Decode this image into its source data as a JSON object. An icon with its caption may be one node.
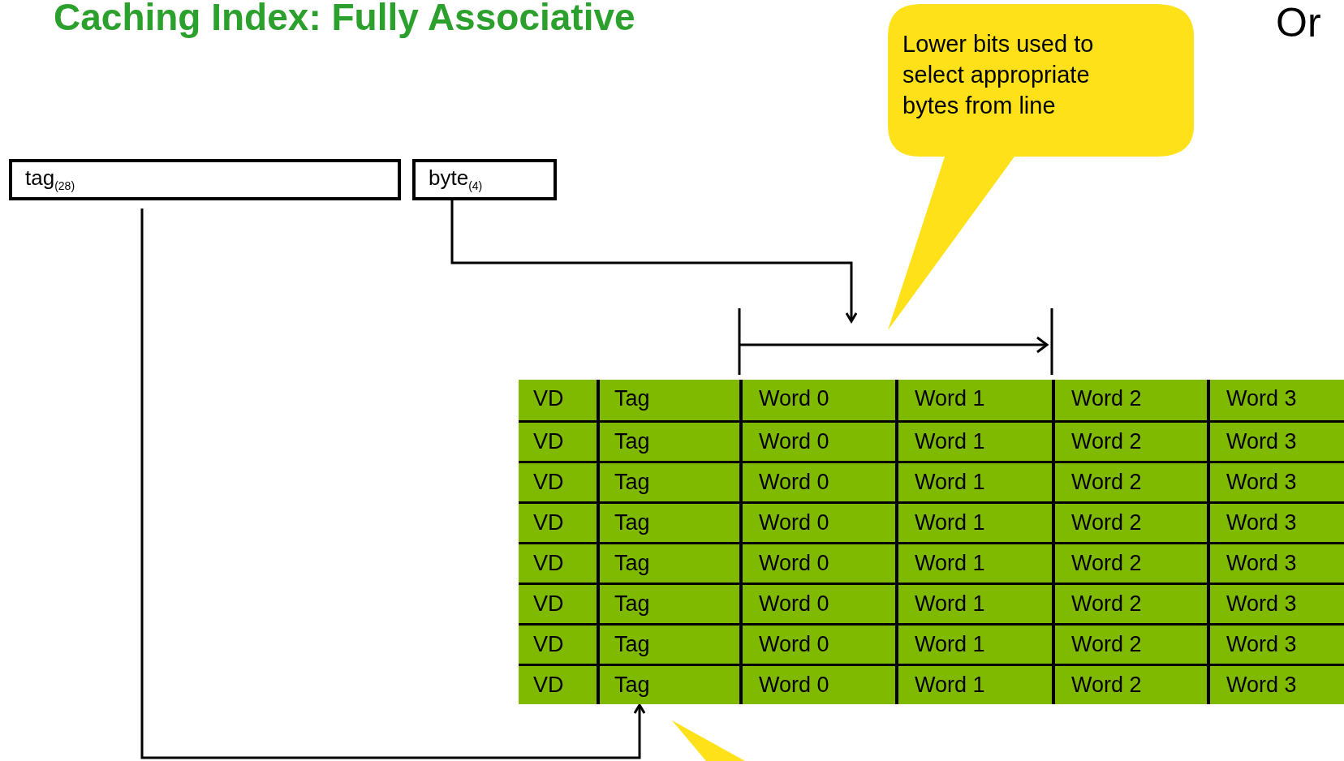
{
  "diagram": {
    "title": "Caching Index: Fully Associative",
    "nodes": [
      {
        "text": [
          "Lower bits used to select appropriate bytes from line"
        ]
      },
      {
        "text": [
          "tag$_{(28)}$"
        ]
      },
      {
        "text": [
          "byte$_{(4)}$"
        ]
      },
      {
        "text": [],
        "shape": "bar"
      },
      {
        "text": [],
        "shape": "box"
      },
      {
        "text": [],
        "shape": "triangle"
      }
    ],
    "edges": [
      {
        "from": 2,
        "to": 3,
        "arrow": "to"
      },
      {
        "from": 1,
        "to": 4,
        "arrow": "to"
      }
    ],
    "labels": [
      "Or",
      "VD",
      "Tag",
      "Word 0",
      "Word 1",
      "Word 2",
      "Word 3",
      "VD",
      "Tag",
      "Word 0",
      "Word 1",
      "Word 2",
      "Word 3",
      "VD",
      "Tag",
      "Word 0",
      "Word 1",
      "Word 2",
      "Word 3",
      "VD",
      "Tag",
      "Word 0",
      "Word 1",
      "Word 2",
      "Word 3",
      "VD",
      "Tag",
      "Word 0",
      "Word 1",
      "Word 2",
      "Word 3",
      "VD",
      "Tag",
      "Word 0",
      "Word 1",
      "Word 2",
      "Word 3",
      "VD",
      "Tag",
      "Word 0",
      "Word 1",
      "Word 2",
      "Word 3",
      "VD",
      "Tag",
      "Word 0",
      "Word 1",
      "Word 2",
      "Word 3"
    ]
  }
}
